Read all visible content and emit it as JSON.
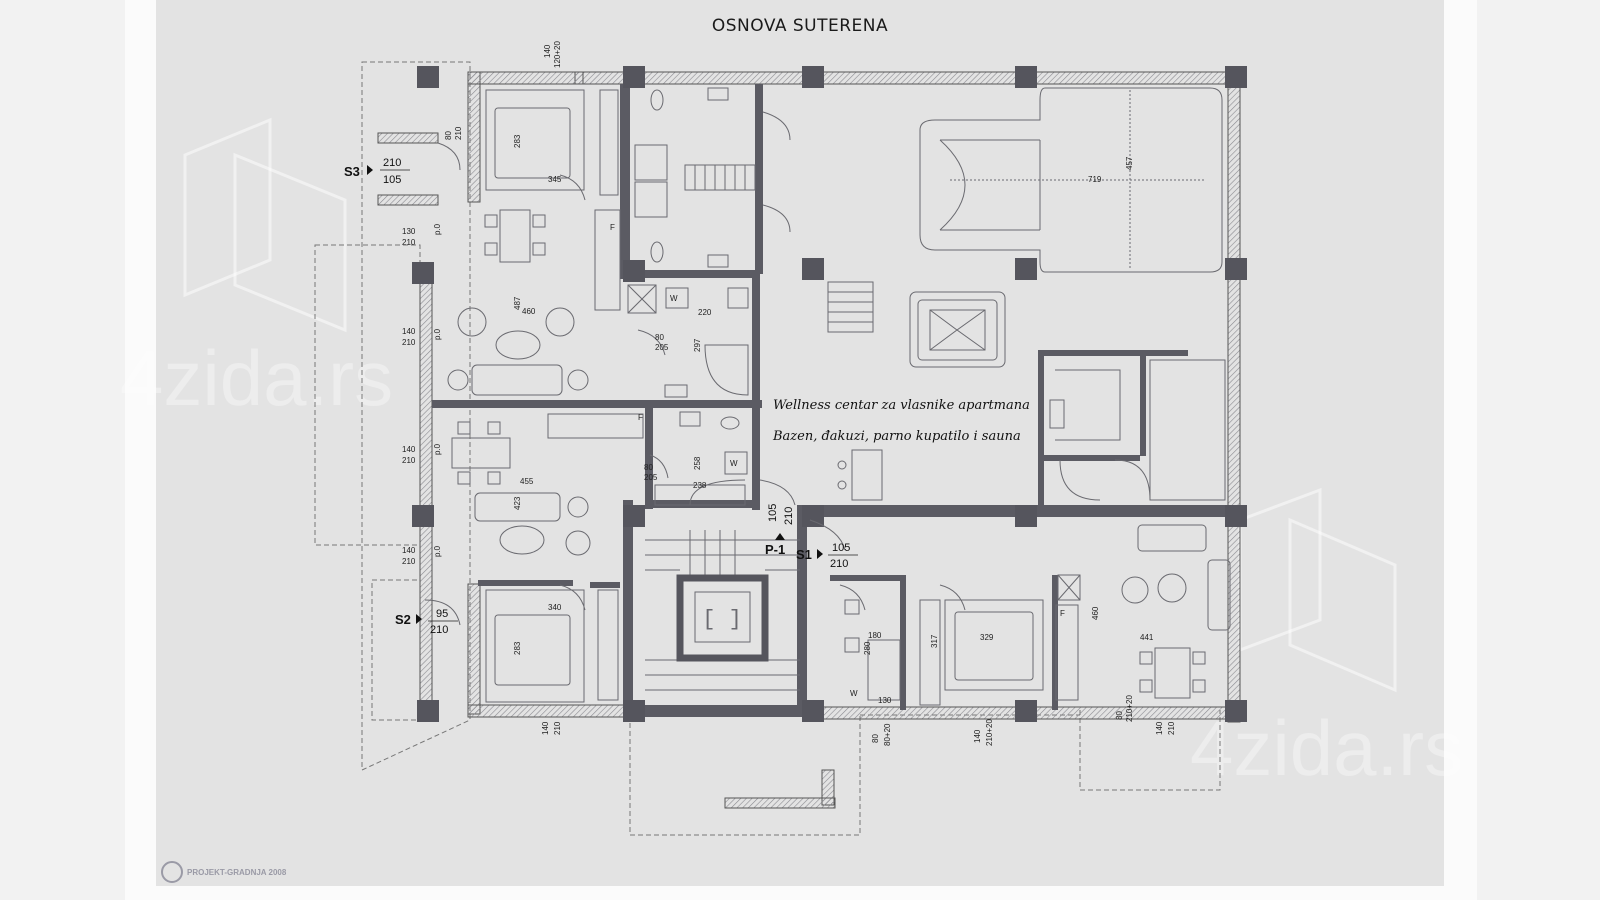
{
  "title": "OSNOVA SUTERENA",
  "wellness": {
    "line1": "Wellness centar za vlasnike apartmana",
    "line2": "Bazen, đakuzi, parno kupatilo i sauna"
  },
  "entrances": [
    {
      "label": "S3",
      "w": "210",
      "h": "105"
    },
    {
      "label": "S2",
      "w": "95",
      "h": "210"
    },
    {
      "label": "S1",
      "w": "105",
      "h": "210"
    },
    {
      "label": "P-1",
      "w": "105",
      "h": "210"
    }
  ],
  "dimensions": {
    "pool_w": "719",
    "pool_h": "457",
    "bedroom_top_w": "345",
    "bedroom_top_h": "283",
    "living_top_w": "460",
    "living_top_h": "487",
    "bath_top_w": "220",
    "bath_top_h": "297",
    "living_mid_w": "455",
    "living_mid_h": "423",
    "bath_mid_w": "238",
    "bath_mid_h": "258",
    "bedroom_bot_w": "340",
    "bedroom_bot_h": "283",
    "bedroom_right_w": "329",
    "bedroom_right_h": "317",
    "living_right_w": "441",
    "living_right_h": "460",
    "bath_right_w": "180",
    "bath_right_h": "280",
    "win_a": "140",
    "win_b": "210",
    "win_c": "130",
    "win_d": "80",
    "win_e": "205",
    "win_top_a": "140",
    "win_top_b": "120+20",
    "win_f": "80+20",
    "win_g": "210+20",
    "win_h": "130"
  },
  "markers": {
    "pd": "p.0",
    "w": "W",
    "f": "F"
  },
  "watermark": "4zida.rs",
  "stamp": "PROJEKT-GRADNJA 2008",
  "colors": {
    "wall": "#5b5b63",
    "line": "#6a6a70",
    "sheet": "#e3e3e3",
    "hatch": "#9a9aa0"
  }
}
